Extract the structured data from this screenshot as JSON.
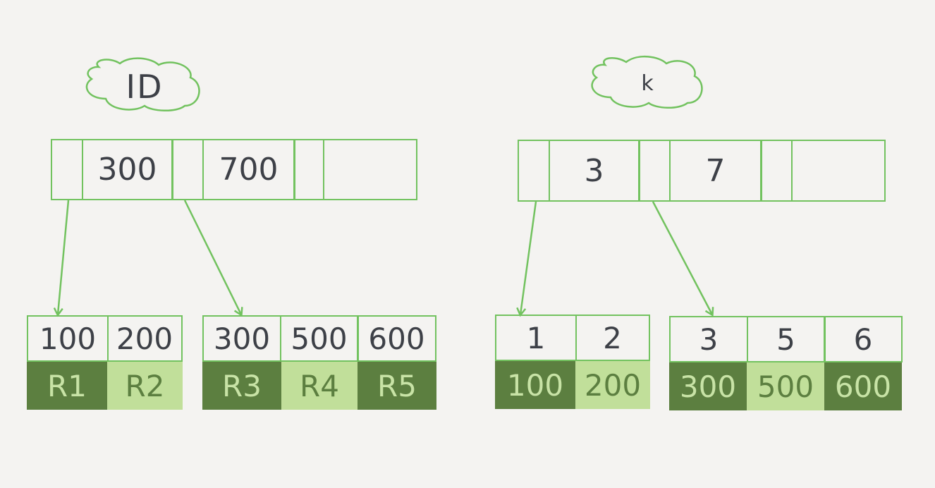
{
  "left_tree": {
    "title": "ID",
    "root_keys": [
      "300",
      "700"
    ],
    "leaves": [
      {
        "keys": [
          "100",
          "200"
        ],
        "values": [
          "R1",
          "R2"
        ]
      },
      {
        "keys": [
          "300",
          "500",
          "600"
        ],
        "values": [
          "R3",
          "R4",
          "R5"
        ]
      }
    ]
  },
  "right_tree": {
    "title": "k",
    "root_keys": [
      "3",
      "7"
    ],
    "leaves": [
      {
        "keys": [
          "1",
          "2"
        ],
        "values": [
          "100",
          "200"
        ]
      },
      {
        "keys": [
          "3",
          "5",
          "6"
        ],
        "values": [
          "300",
          "500",
          "600"
        ]
      }
    ]
  },
  "colors": {
    "background": "#f4f3f1",
    "outline": "#72c25f",
    "dark_fill": "#5c7f40",
    "light_fill": "#c1df9a",
    "text": "#3d4047"
  }
}
